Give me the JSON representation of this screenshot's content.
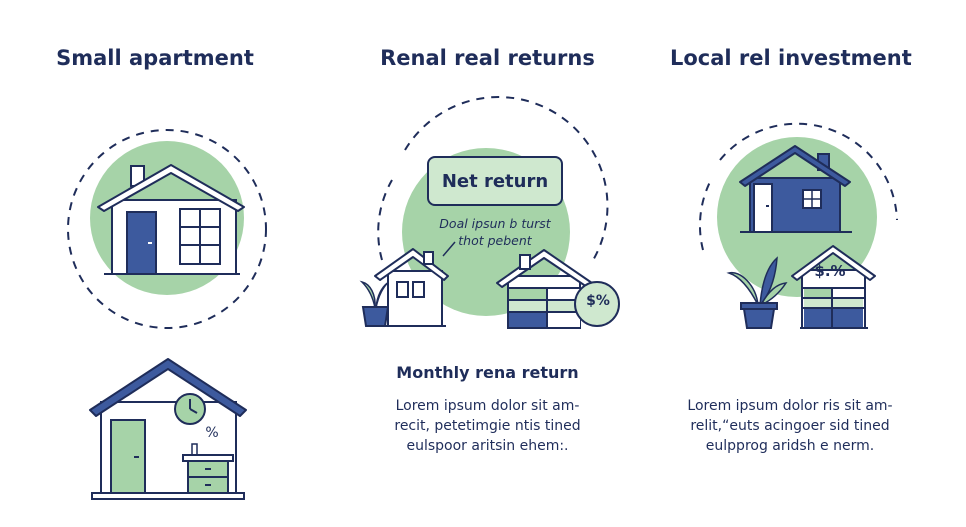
{
  "columns": [
    {
      "title": "Small apartment"
    },
    {
      "title": "Renal real returns"
    },
    {
      "title": "Local rel investment"
    }
  ],
  "labels": {
    "net_return": "Net return",
    "italic_line1": "Doal ipsun b turst",
    "italic_line2": "thot pebent",
    "pct_badge": "$%",
    "pct_roof": "$.%",
    "pct_small": "%"
  },
  "middle": {
    "subtitle": "Monthly rena return",
    "lines": [
      "Lorem ipsum dolor sit am-",
      "recit, petetimgie ntis tined",
      "eulspoor aritsin ehem:."
    ]
  },
  "right": {
    "lines": [
      "Lorem ipsum dolor ris sit am-",
      "relit,“euts acingoer sid tined",
      "eulpprog aridsh e nerm."
    ]
  },
  "colors": {
    "navy": "#1f2d5a",
    "blue": "#3d5a9e",
    "green": "#a6d3a8",
    "light_green": "#cfe8cf"
  }
}
